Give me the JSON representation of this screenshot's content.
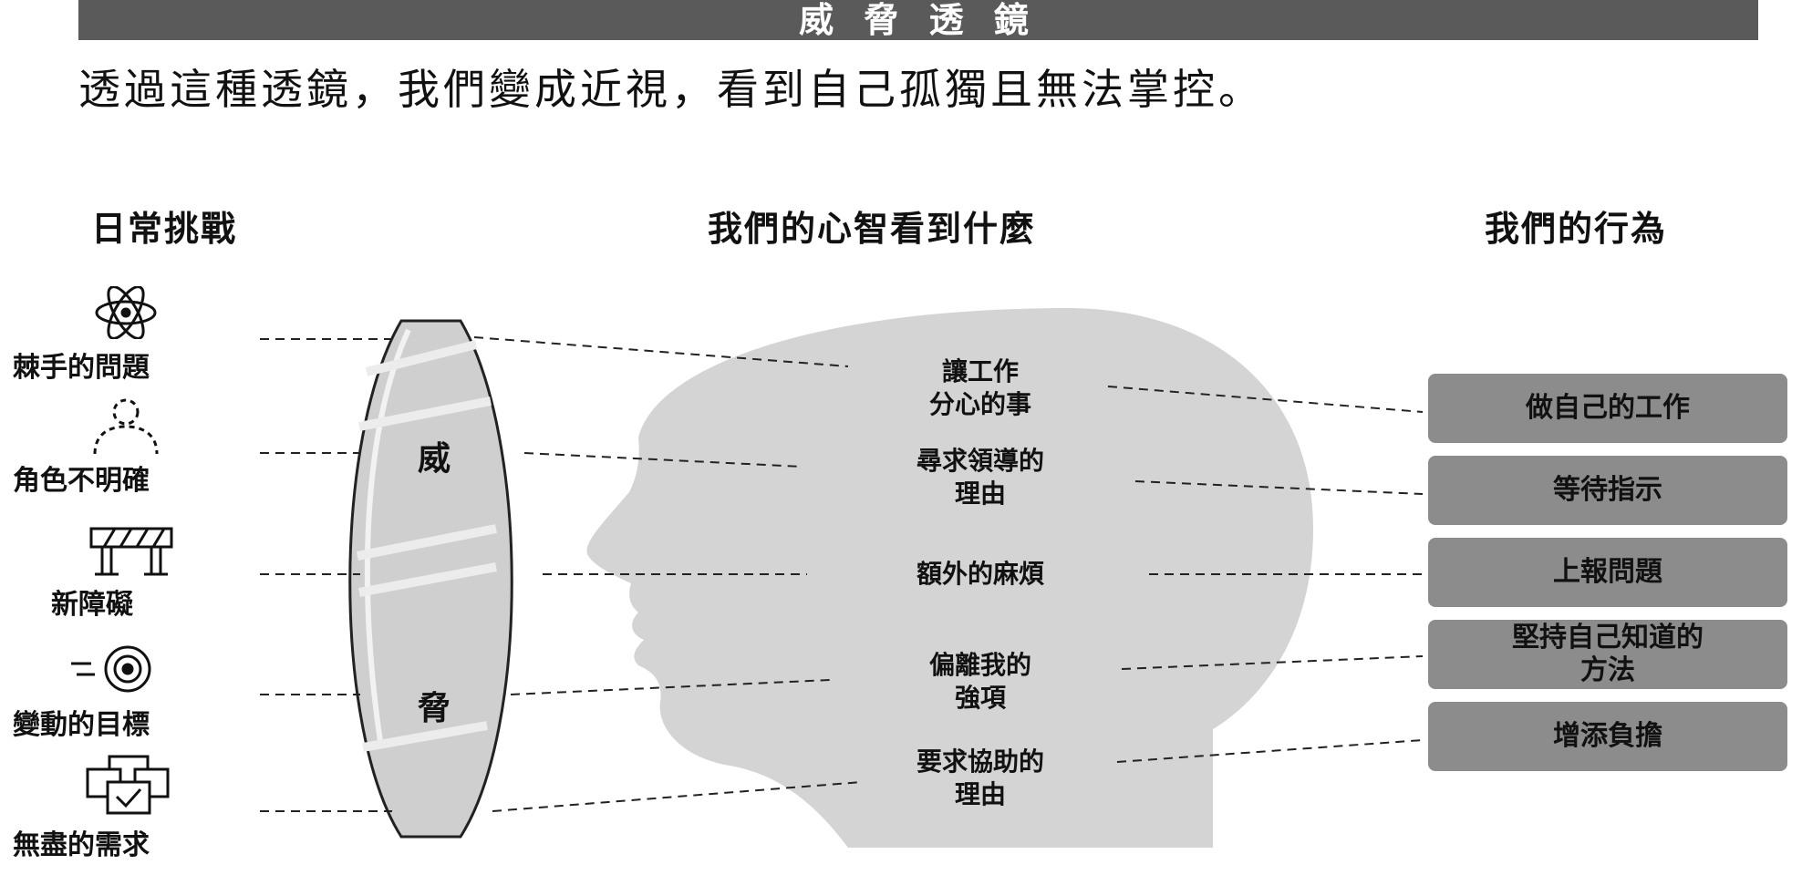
{
  "header": {
    "title": "威 脅 透 鏡",
    "subtitle": "透過這種透鏡，我們變成近視，看到自己孤獨且無法掌控。"
  },
  "columns": {
    "challenges": "日常挑戰",
    "mind": "我們的心智看到什麼",
    "actions": "我們的行為"
  },
  "lens": {
    "chars": [
      "威",
      "脅"
    ]
  },
  "challenges": [
    {
      "label": "棘手的問題",
      "icon": "atom-icon"
    },
    {
      "label": "角色不明確",
      "icon": "dashed-person-icon"
    },
    {
      "label": "新障礙",
      "icon": "barrier-icon"
    },
    {
      "label": "變動的目標",
      "icon": "moving-target-icon"
    },
    {
      "label": "無盡的需求",
      "icon": "stacked-boxes-icon"
    }
  ],
  "mind": [
    {
      "line1": "讓工作",
      "line2": "分心的事"
    },
    {
      "line1": "尋求領導的",
      "line2": "理由"
    },
    {
      "line1": "額外的麻煩",
      "line2": ""
    },
    {
      "line1": "偏離我的",
      "line2": "強項"
    },
    {
      "line1": "要求協助的",
      "line2": "理由"
    }
  ],
  "actions": [
    {
      "line1": "做自己的工作",
      "line2": ""
    },
    {
      "line1": "等待指示",
      "line2": ""
    },
    {
      "line1": "上報問題",
      "line2": ""
    },
    {
      "line1": "堅持自己知道的",
      "line2": "方法"
    },
    {
      "line1": "增添負擔",
      "line2": ""
    }
  ],
  "colors": {
    "title_bar": "#5a5a5a",
    "head": "#d4d4d4",
    "lens": "#cfcfcf",
    "action_box": "#8c8c8c"
  }
}
